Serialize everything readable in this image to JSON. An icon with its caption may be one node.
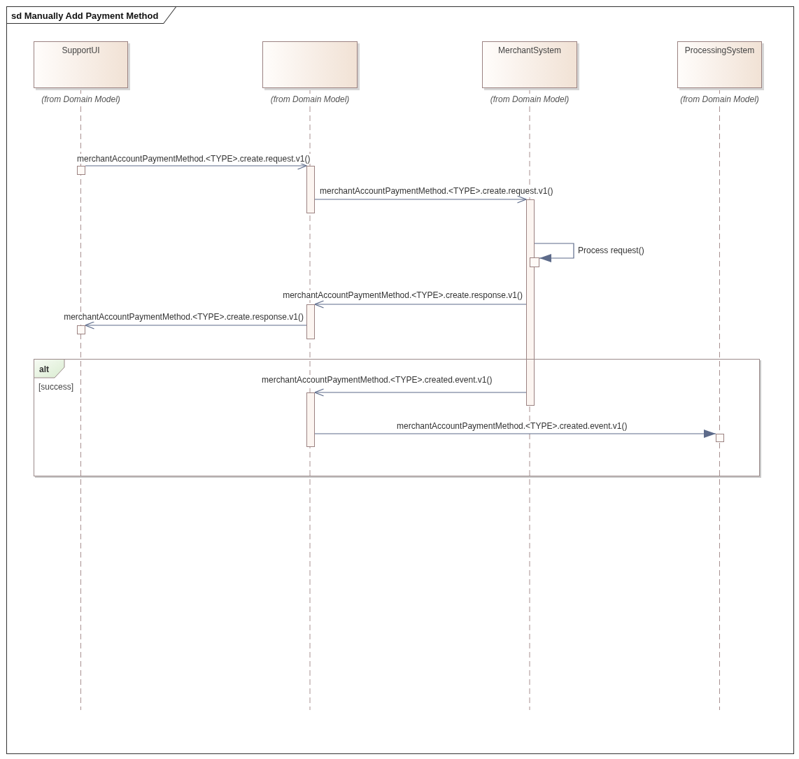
{
  "diagram": {
    "title": "sd Manually Add Payment Method",
    "nodes": [
      {
        "text": [
          "SupportUI"
        ],
        "beside": [
          "(from Domain Model)"
        ]
      },
      {
        "text": [],
        "shape": "box",
        "beside": [
          "(from Domain Model)"
        ]
      },
      {
        "text": [
          "MerchantSystem"
        ],
        "beside": [
          "(from Domain Model)"
        ]
      },
      {
        "text": [
          "ProcessingSystem"
        ],
        "beside": [
          "(from Domain Model)"
        ]
      },
      {
        "text": [],
        "shape": "box"
      },
      {
        "text": [],
        "shape": "bar"
      },
      {
        "text": [],
        "shape": "bar"
      },
      {
        "text": [],
        "shape": "box"
      },
      {
        "text": [],
        "shape": "bar"
      },
      {
        "text": [],
        "shape": "box"
      },
      {
        "text": [
          "alt",
          "[success]"
        ]
      },
      {
        "text": [],
        "shape": "bar",
        "in": 10
      },
      {
        "text": [],
        "shape": "box",
        "in": 10
      }
    ],
    "edges": [
      {
        "from": 4,
        "to": 5,
        "arrow": "to",
        "label": "merchantAccountPaymentMethod.<TYPE>.create.request.v1()"
      },
      {
        "from": 5,
        "to": 6,
        "arrow": "to",
        "label": "merchantAccountPaymentMethod.<TYPE>.create.request.v1()"
      },
      {
        "from": 6,
        "to": 7,
        "arrow": "to",
        "label": "Process request()"
      },
      {
        "from": 6,
        "to": 8,
        "arrow": "to",
        "label": "merchantAccountPaymentMethod.<TYPE>.create.response.v1()"
      },
      {
        "from": 8,
        "to": 9,
        "arrow": "to",
        "label": "merchantAccountPaymentMethod.<TYPE>.create.response.v1()"
      },
      {
        "from": 6,
        "to": 11,
        "arrow": "to",
        "label": "merchantAccountPaymentMethod.<TYPE>.created.event.v1()"
      },
      {
        "from": 11,
        "to": 12,
        "arrow": "to",
        "label": "merchantAccountPaymentMethod.<TYPE>.created.event.v1()"
      }
    ]
  }
}
